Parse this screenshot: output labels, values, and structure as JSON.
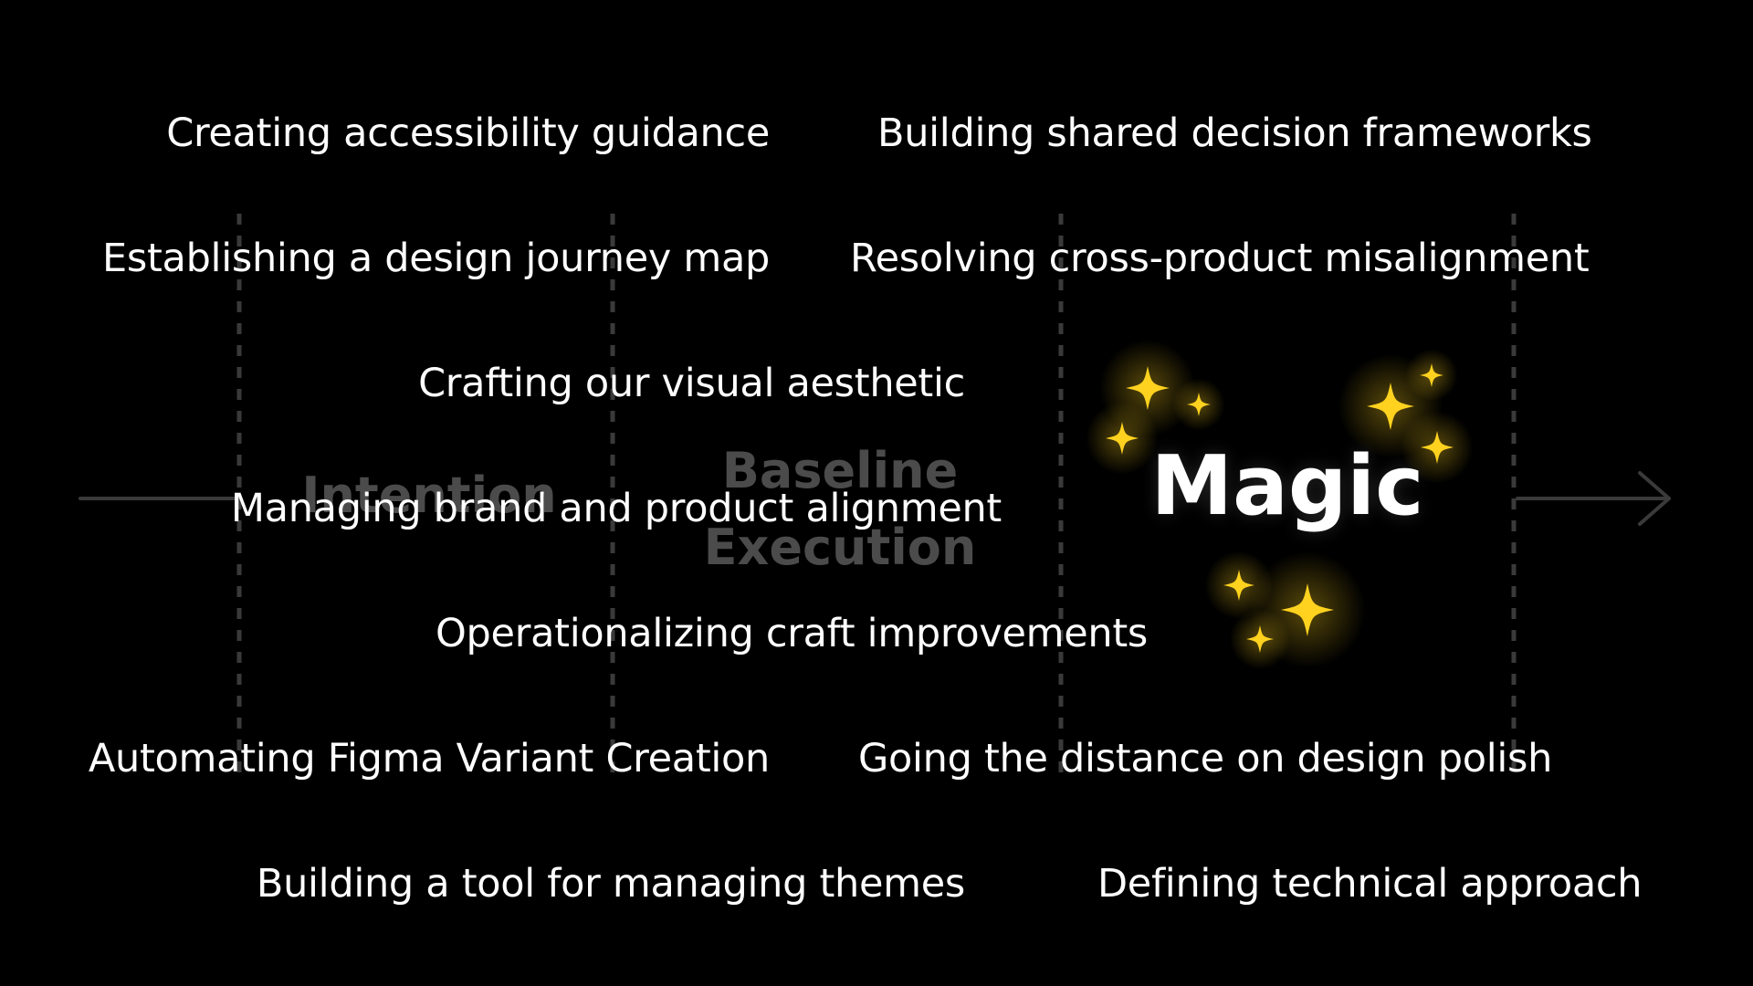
{
  "stages": {
    "intention": "Intention",
    "baseline_line1": "Baseline",
    "baseline_line2": "Execution",
    "magic": "Magic"
  },
  "items": {
    "accessibility": "Creating accessibility guidance",
    "decision_frameworks": "Building shared decision frameworks",
    "journey_map": "Establishing a design journey map",
    "misalignment": "Resolving cross-product misalignment",
    "visual_aesthetic": "Crafting our visual aesthetic",
    "brand_alignment": "Managing brand and product alignment",
    "craft_improvements": "Operationalizing craft improvements",
    "figma_variants": "Automating Figma Variant Creation",
    "design_polish": "Going the distance on design polish",
    "themes_tool": "Building a tool for managing themes",
    "technical_approach": "Defining technical approach"
  },
  "colors": {
    "background": "#000000",
    "text": "#ffffff",
    "muted": "#4b4b4b",
    "divider": "#3a3a3a",
    "sparkle": "#ffd21f"
  },
  "icons": {
    "sparkle": "sparkle-icon",
    "arrow": "arrow-right-icon"
  }
}
